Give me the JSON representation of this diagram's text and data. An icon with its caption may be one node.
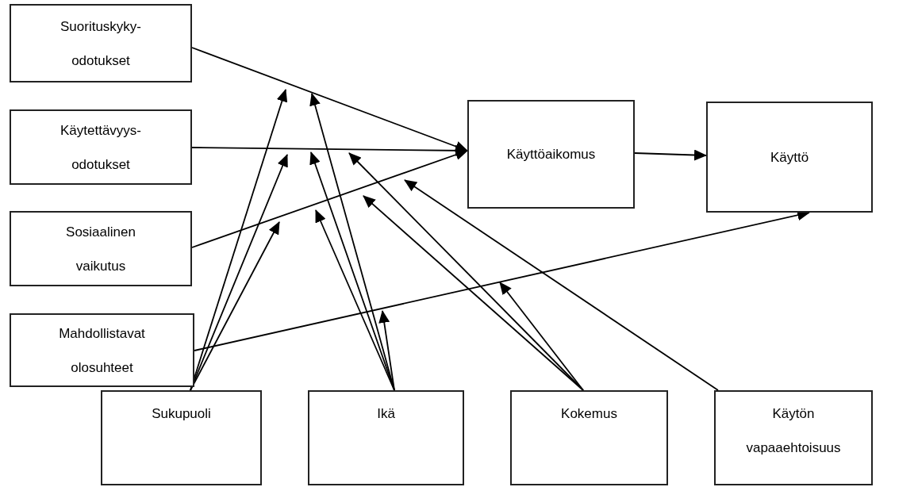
{
  "diagram": {
    "nodes": [
      {
        "text": [
          "Suorituskyky-odotukset"
        ]
      },
      {
        "text": [
          "Käytettävyys-odotukset"
        ]
      },
      {
        "text": [
          "Sosiaalinen vaikutus"
        ]
      },
      {
        "text": [
          "Mahdollistavat olosuhteet"
        ]
      },
      {
        "text": [
          "Käyttöaikomus"
        ]
      },
      {
        "text": [
          "Käyttö"
        ]
      },
      {
        "text": [
          "Sukupuoli"
        ]
      },
      {
        "text": [
          "Ikä"
        ]
      },
      {
        "text": [
          "Kokemus"
        ]
      },
      {
        "text": [
          "Käytön vapaaehtoisuus"
        ]
      }
    ],
    "edges": [
      {
        "from": 0,
        "to": 4,
        "arrow": "to"
      },
      {
        "from": 1,
        "to": 4,
        "arrow": "to"
      },
      {
        "from": 2,
        "to": 4,
        "arrow": "to"
      },
      {
        "from": 4,
        "to": 5,
        "arrow": "to"
      },
      {
        "from": 3,
        "to": 5,
        "arrow": "to"
      },
      {
        "from": 6,
        "to": null,
        "arrow": "to"
      },
      {
        "from": 6,
        "to": null,
        "arrow": "to"
      },
      {
        "from": 6,
        "to": null,
        "arrow": "to"
      },
      {
        "from": 7,
        "to": null,
        "arrow": "to"
      },
      {
        "from": 7,
        "to": null,
        "arrow": "to"
      },
      {
        "from": 7,
        "to": null,
        "arrow": "to"
      },
      {
        "from": 7,
        "to": null,
        "arrow": "to"
      },
      {
        "from": 8,
        "to": null,
        "arrow": "to"
      },
      {
        "from": 8,
        "to": null,
        "arrow": "to"
      },
      {
        "from": 8,
        "to": null,
        "arrow": "to"
      },
      {
        "from": 9,
        "to": null,
        "arrow": "to"
      }
    ]
  }
}
